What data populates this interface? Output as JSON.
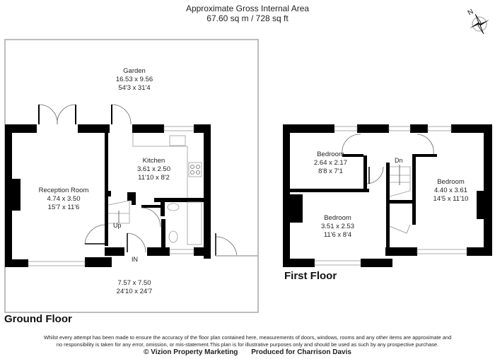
{
  "header": {
    "title": "Approximate Gross Internal Area",
    "area": "67.60 sq m / 728 sq ft"
  },
  "compass": {
    "icon": "compass-rose-icon",
    "north_label": "N"
  },
  "ground_floor": {
    "title": "Ground Floor",
    "rooms": [
      {
        "name": "Garden",
        "metric": "16.53 x 9.56",
        "imperial": "54'3 x 31'4"
      },
      {
        "name": "Kitchen",
        "metric": "3.61 x 2.50",
        "imperial": "11'10 x 8'2"
      },
      {
        "name": "Reception Room",
        "metric": "4.74 x 3.50",
        "imperial": "15'7 x 11'6"
      },
      {
        "name": "",
        "metric": "7.57 x 7.50",
        "imperial": "24'10 x 24'7"
      }
    ],
    "labels": {
      "stairs": "Up",
      "entrance": "IN"
    }
  },
  "first_floor": {
    "title": "First Floor",
    "rooms": [
      {
        "name": "Bedroom",
        "metric": "2.64 x 2.17",
        "imperial": "8'8 x 7'1"
      },
      {
        "name": "Bedroom",
        "metric": "4.40 x 3.61",
        "imperial": "14'5 x 11'10"
      },
      {
        "name": "Bedroom",
        "metric": "3.51 x 2.53",
        "imperial": "11'6 x 8'4"
      }
    ],
    "labels": {
      "stairs": "Dn"
    }
  },
  "footer": {
    "disclaimer_line1": "Whilst every attempt has been made to ensure the accuracy of the floor plan contained here, measurements of doors, windows, rooms and any other items are approximate and",
    "disclaimer_line2": "no responsibility is taken for any error, omission, or mis-statement.This plan is for illustrative purposes only and should be used as such by any prospective purchase.",
    "copyright": "© Vizion Property Marketing",
    "produced_for": "Produced for Charrison Davis"
  },
  "colors": {
    "wall": "#000000",
    "outline": "#bdbdbd",
    "text": "#222222"
  }
}
